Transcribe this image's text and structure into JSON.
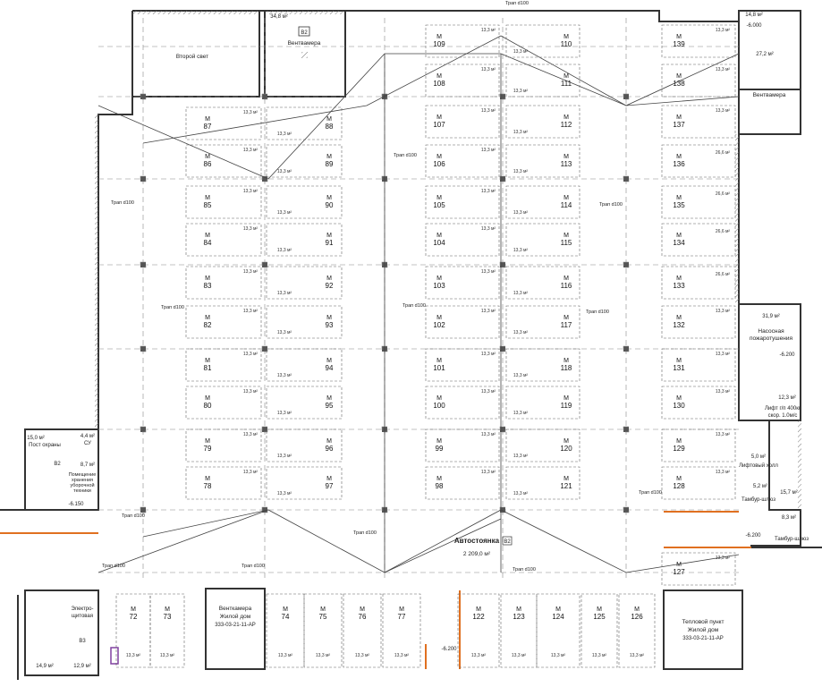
{
  "title": "Автостоянка",
  "title_area": "2 209,0 м²",
  "room_tags": [
    "В2",
    "В2",
    "В2",
    "В3"
  ],
  "m_label": "М",
  "drain_label": "Трап d100",
  "default_area": "13,3 м²",
  "big_area": "26,6 м²",
  "levels": [
    "-6.000",
    "-6.200",
    "-6.200",
    "-6.200",
    "-6.150"
  ],
  "rooms": {
    "vtoroy_svet": "Второй свет",
    "ventkamera_top": "Вентвамера",
    "ventkamera_top_area": "34,8 м²",
    "ventkamera_right": "Вентвамера",
    "ventkamera_right_area": "27,2 м²",
    "stair_right_area": "14,8 м²",
    "nasosnaya_1": "Насосная",
    "nasosnaya_2": "пожаротушения",
    "nasosnaya_area": "31,9 м²",
    "lift_1": "Лифт г/п 400кг",
    "lift_2": "скор. 1.0м/с",
    "lift_area": "12,3 м²",
    "lift_holl": "Лифтовый холл",
    "lift_holl_area": "5,0 м²",
    "tambur_1": "Тамбур-шлюз",
    "tambur_1_area": "5,2 м²",
    "tambur_2": "Тамбур-шлюз",
    "tambur_2_area": "8,3 м²",
    "stair_right_low_area": "15,7 м²",
    "post_ohrany": "Пост охраны",
    "post_ohrany_area": "15,0 м²",
    "su": "СУ",
    "su_area": "4,4 м²",
    "uborochny_1": "Помещение",
    "uborochny_2": "хранения",
    "uborochny_3": "уборочной",
    "uborochny_4": "техники",
    "uborochny_area": "8,7 м²",
    "electro_1": "Электро-",
    "electro_2": "щитовая",
    "electro_area": "12,9 м²",
    "stair_left_area": "14,9 м²",
    "vent_bottom_1": "Венткамера",
    "vent_bottom_2": "Жилой дом",
    "vent_bottom_3": "333-03-21-11-АР",
    "teplovoy_1": "Тепловой пункт",
    "teplovoy_2": "Жилой дом",
    "teplovoy_3": "333-03-21-11-АР"
  },
  "spaces": {
    "col1": [
      "87",
      "86",
      "85",
      "84",
      "83",
      "82",
      "81",
      "80",
      "79",
      "78"
    ],
    "col2": [
      "88",
      "89",
      "90",
      "91",
      "92",
      "93",
      "94",
      "95",
      "96",
      "97"
    ],
    "col3": [
      "109",
      "108",
      "107",
      "106",
      "105",
      "104",
      "103",
      "102",
      "101",
      "100",
      "99",
      "98"
    ],
    "col4": [
      "110",
      "111",
      "112",
      "113",
      "114",
      "115",
      "116",
      "117",
      "118",
      "119",
      "120",
      "121"
    ],
    "col5": [
      "139",
      "138",
      "137",
      "136",
      "135",
      "134",
      "133",
      "132",
      "131",
      "130",
      "129",
      "128",
      "127"
    ],
    "bottom": [
      "72",
      "73",
      "74",
      "75",
      "76",
      "77",
      "122",
      "123",
      "124",
      "125",
      "126"
    ]
  },
  "colors": {
    "line": "#333333",
    "grid": "#888888",
    "accent": "#e07020",
    "purple": "#8040a0"
  }
}
